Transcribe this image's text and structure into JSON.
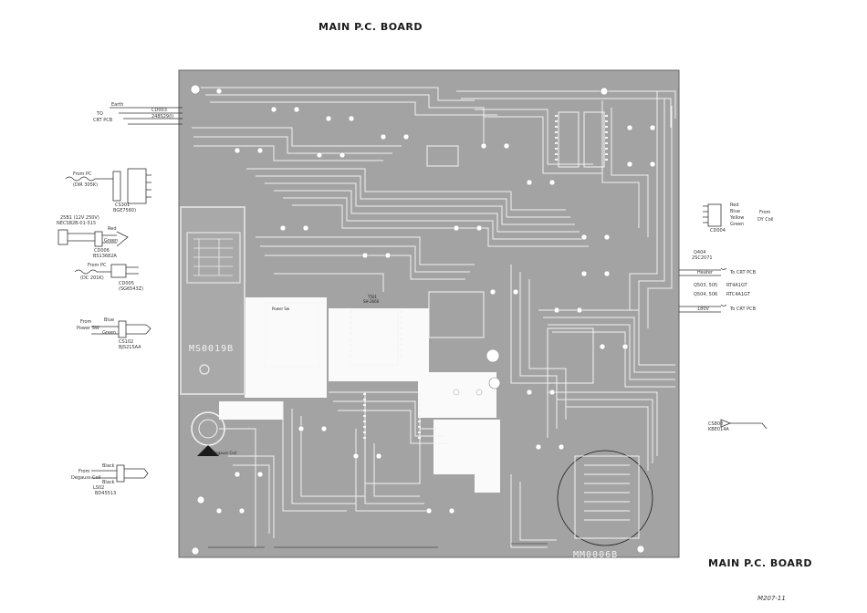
{
  "header": {
    "title_top": "MAIN P.C. BOARD",
    "title_bottom": "MAIN P.C. BOARD",
    "page_number": "M207-11"
  },
  "board": {
    "mark_left": "MS0019B",
    "mark_bottom": "MM0006B",
    "trans_label": "T501",
    "trans_part": "SH-2666"
  },
  "connectors": {
    "earth": {
      "title": "Earth",
      "lines": [
        "TO",
        "CRT PCB"
      ],
      "part": "CD003",
      "code": "248S29(I)"
    },
    "from_pc_top": {
      "title": "From PC",
      "part": "(DIR 305K)",
      "ref": "CS301",
      "code": "BGE7560)"
    },
    "mains": {
      "title": "25B1 (12V 250V)",
      "sub": "NECSB2B-01-515",
      "pin_a": "Red",
      "pin_b": "Green",
      "ref": "CD006",
      "code": "BS13682A"
    },
    "from_pc_mid": {
      "title": "From PC",
      "part": "(DC 201K)",
      "ref": "CD005",
      "code": "(SG6543Z)"
    },
    "from_power_sw": {
      "title": "From",
      "sub": "Power SW",
      "pin_a": "Blue",
      "pin_b": "Green",
      "ref": "CS102",
      "code": "BJS215AA"
    },
    "from_degauss": {
      "title": "From",
      "sub": "Degauss Coil",
      "pin_a": "Black",
      "pin_b": "Black",
      "ref": "LS02",
      "code": "BD45513"
    },
    "from_dy_coil": {
      "colors": [
        "Red",
        "Blue",
        "Yellow",
        "Green"
      ],
      "title": "From",
      "sub": "DY Coil",
      "ref": "CD004"
    },
    "to_crt_1": {
      "ref": "Q404",
      "code": "2SC2071",
      "label": "To CRT PCB",
      "pin": "Heater"
    },
    "to_crt_2": {
      "refs": "Q503, 505",
      "code": "RT4A1GT",
      "label": "To CRT PCB",
      "pin": "180V"
    },
    "to_crt_2b": {
      "refs": "Q504, 506",
      "code": "RTC4A1GT"
    },
    "right_conn": {
      "ref": "CS808",
      "code": "KBE014A"
    }
  },
  "labels": {
    "degauss_coil": "Degauss Coil",
    "power_sw": "Power Sw"
  }
}
